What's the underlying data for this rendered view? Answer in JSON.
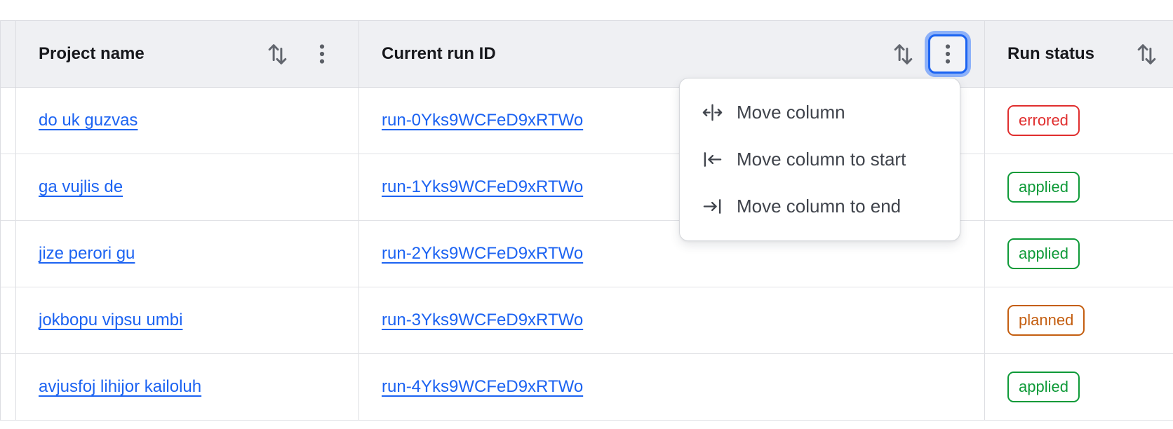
{
  "colors": {
    "link_blue": "#1c63f2",
    "focus_ring_outer": "#8db1f9",
    "focus_ring_border": "#1b63f1",
    "header_bg": "#eff0f3",
    "grid_line": "#dcdde2"
  },
  "table": {
    "columns": [
      {
        "label": "Project name",
        "sort_icon": "sort-arrows-icon",
        "menu_icon": "kebab-menu-icon"
      },
      {
        "label": "Current run ID",
        "sort_icon": "sort-arrows-icon",
        "menu_icon": "kebab-menu-icon",
        "menu_open": true
      },
      {
        "label": "Run status",
        "sort_icon": "sort-arrows-icon"
      }
    ],
    "rows": [
      {
        "project": "do uk guzvas",
        "run_id": "run-0Yks9WCFeD9xRTWo",
        "status": "errored"
      },
      {
        "project": "ga vujlis de",
        "run_id": "run-1Yks9WCFeD9xRTWo",
        "status": "applied"
      },
      {
        "project": "jize perori gu",
        "run_id": "run-2Yks9WCFeD9xRTWo",
        "status": "applied"
      },
      {
        "project": "jokbopu vipsu umbi",
        "run_id": "run-3Yks9WCFeD9xRTWo",
        "status": "planned"
      },
      {
        "project": "avjusfoj lihijor kailoluh",
        "run_id": "run-4Yks9WCFeD9xRTWo",
        "status": "applied"
      }
    ],
    "status_colors": {
      "errored": "#e02e2e",
      "applied": "#0e9a38",
      "planned": "#c45e10"
    }
  },
  "context_menu": {
    "items": [
      {
        "label": "Move column",
        "icon": "move-column-icon"
      },
      {
        "label": "Move column to start",
        "icon": "move-column-to-start-icon"
      },
      {
        "label": "Move column to end",
        "icon": "move-column-to-end-icon"
      }
    ]
  }
}
